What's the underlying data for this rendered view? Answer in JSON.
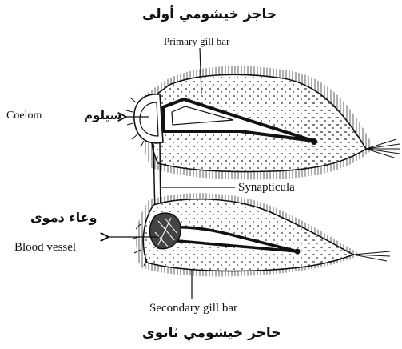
{
  "labels": {
    "top_title_ar": "حاجز خيشومي أولى",
    "primary_gill_bar": "Primary gill bar",
    "coelom_en": "Coelom",
    "coelom_ar": "سيلوم",
    "synapticula": "Synapticula",
    "blood_vessel_ar": "وعاء دموى",
    "blood_vessel_en": "Blood vessel",
    "secondary_gill_bar": "Secondary gill bar",
    "bottom_title_ar": "حاجز خيشومي ثانوى"
  },
  "colors": {
    "ink": "#111111",
    "background": "#ffffff"
  }
}
